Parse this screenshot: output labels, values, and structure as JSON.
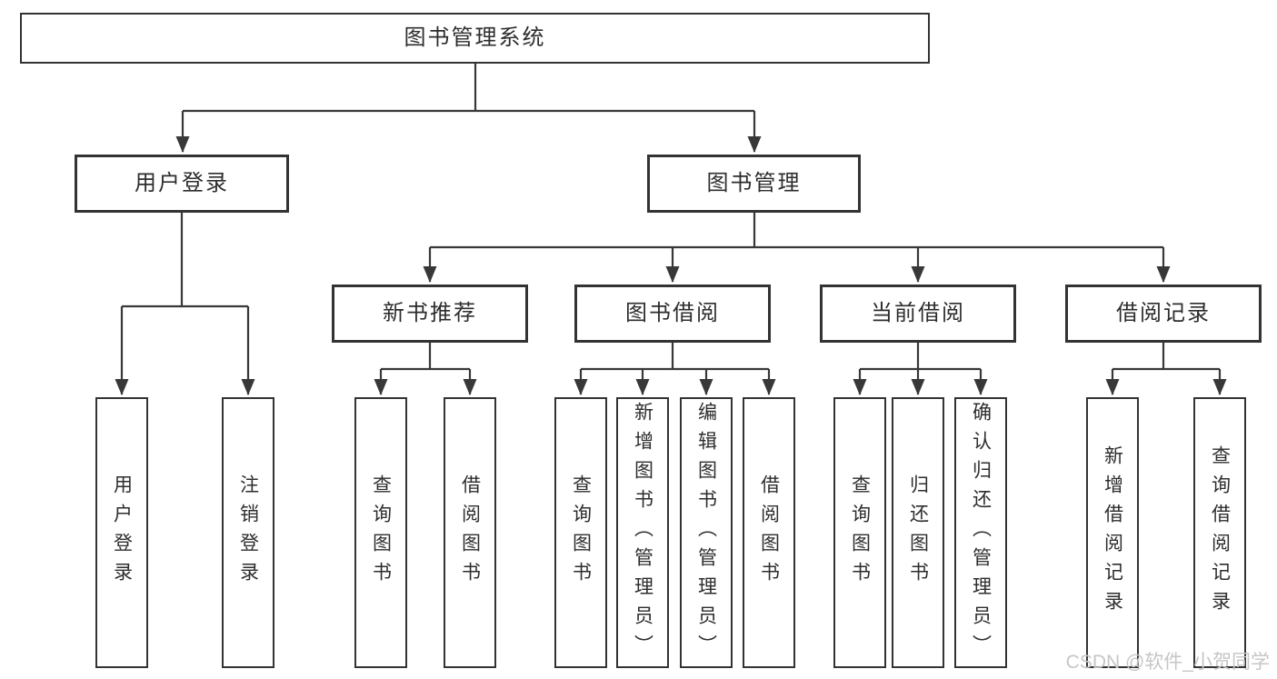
{
  "diagram": {
    "root": "图书管理系统",
    "branches": [
      {
        "label": "用户登录",
        "children": [
          "用户登录",
          "注销登录"
        ]
      },
      {
        "label": "图书管理",
        "children": [
          {
            "label": "新书推荐",
            "children": [
              "查询图书",
              "借阅图书"
            ]
          },
          {
            "label": "图书借阅",
            "children": [
              "查询图书",
              "新增图书（管理员）",
              "编辑图书（管理员）",
              "借阅图书"
            ]
          },
          {
            "label": "当前借阅",
            "children": [
              "查询图书",
              "归还图书",
              "确认归还（管理员）"
            ]
          },
          {
            "label": "借阅记录",
            "children": [
              "新增借阅记录",
              "查询借阅记录"
            ]
          }
        ]
      }
    ]
  },
  "watermark": "CSDN @软件_小贺同学",
  "colors": {
    "line": "#383838",
    "box_border": "#333333",
    "text": "#2d2d2d",
    "watermark": "#c6c6c6",
    "background": "#ffffff"
  }
}
